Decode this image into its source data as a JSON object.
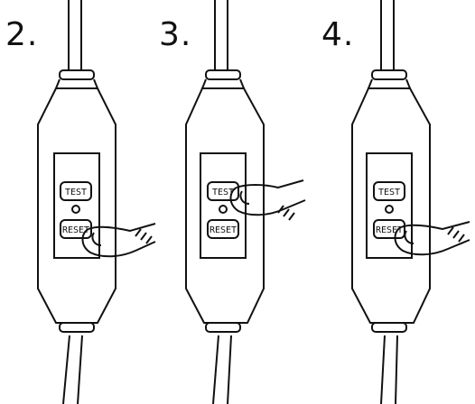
{
  "steps": [
    {
      "number": "2.",
      "finger_on": "reset",
      "button_labels": {
        "test": "TEST",
        "reset": "RESET"
      }
    },
    {
      "number": "3.",
      "finger_on": "test",
      "button_labels": {
        "test": "TEST",
        "reset": "RESET"
      }
    },
    {
      "number": "4.",
      "finger_on": "reset",
      "button_labels": {
        "test": "TEST",
        "reset": "RESET"
      }
    }
  ],
  "colors": {
    "line": "#111111",
    "background": "#ffffff"
  }
}
